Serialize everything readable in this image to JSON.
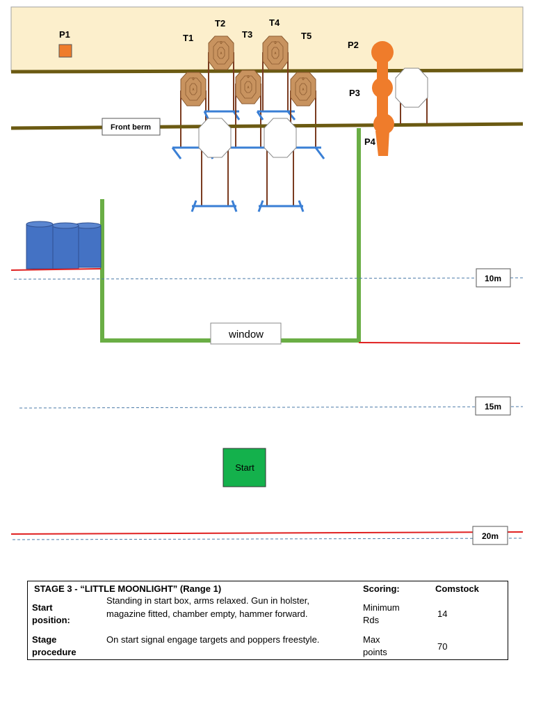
{
  "diagram": {
    "berm_label": "Front berm",
    "window_label": "window",
    "start_label": "Start",
    "targets": [
      "T1",
      "T2",
      "T3",
      "T4",
      "T5"
    ],
    "poppers": [
      "P1",
      "P2",
      "P3",
      "P4"
    ],
    "distances": [
      "10m",
      "15m",
      "20m"
    ],
    "colors": {
      "back_berm_fill": "#fcefcc",
      "berm_line": "#6b5a12",
      "target_fill": "#c8935f",
      "stand_blue": "#3a7fd5",
      "stand_brown": "#7a3b20",
      "popper_orange": "#ef7c2b",
      "wall_green": "#6aae45",
      "fault_red": "#e02020",
      "barrel_blue": "#4472c4",
      "start_green": "#14b14c"
    }
  },
  "info": {
    "title": "STAGE 3 - “LITTLE MOONLIGHT”   (Range 1)",
    "scoring_label": "Scoring:",
    "scoring_value": "Comstock",
    "start_label_1": "Start",
    "start_label_2": "position:",
    "start_text_1": "Standing in start box, arms relaxed.  Gun in holster,",
    "start_text_2": "magazine fitted, chamber empty, hammer forward.",
    "min_label_1": "Minimum",
    "min_label_2": "Rds",
    "min_value": "14",
    "proc_label_1": "Stage",
    "proc_label_2": "procedure",
    "proc_text": "On start signal engage targets and poppers freestyle.",
    "max_label_1": "Max",
    "max_label_2": "points",
    "max_value": "70"
  }
}
